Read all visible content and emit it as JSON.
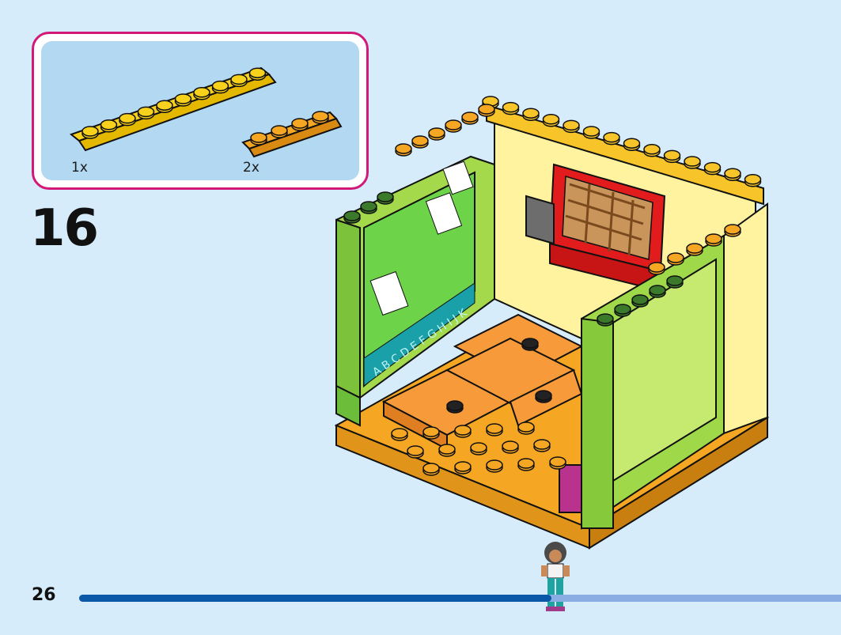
{
  "parts_callout": {
    "items": [
      {
        "name": "yellow-plate-1x10",
        "qty": "1x",
        "color": "#f7d11b"
      },
      {
        "name": "orange-plate-1x4",
        "qty": "2x",
        "color": "#f5a623"
      }
    ]
  },
  "step": {
    "number": "16"
  },
  "page": {
    "number": "26"
  },
  "progress": {
    "fraction": 0.62
  },
  "colors": {
    "background": "#d6ecfa",
    "callout_border": "#d2197a",
    "callout_fill": "#b3d8f2",
    "progress_fill": "#0b58a8",
    "progress_track": "#8aaee3"
  },
  "alphabet_strip": {
    "text": "A B C D E F G H I J K"
  }
}
